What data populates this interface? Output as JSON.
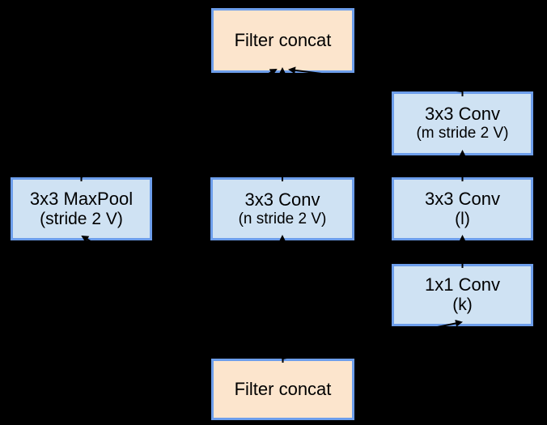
{
  "diagram": {
    "title_semantic": "Inception grid-size reduction module",
    "background_color": "#000000",
    "colors": {
      "blue_box_fill": "#cfe2f3",
      "peach_box_fill": "#fce5cd",
      "box_border": "#6d9eeb",
      "arrow": "#000000",
      "text": "#000000"
    },
    "nodes": {
      "top_concat": {
        "line1": "Filter concat"
      },
      "conv_m": {
        "line1": "3x3 Conv",
        "line2": "(m stride 2 V)"
      },
      "maxpool": {
        "line1": "3x3 MaxPool",
        "line2": "(stride 2 V)"
      },
      "conv_n": {
        "line1": "3x3 Conv",
        "line2": "(n stride 2 V)"
      },
      "conv_l": {
        "line1": "3x3 Conv",
        "line2": "(l)"
      },
      "conv_k": {
        "line1": "1x1 Conv",
        "line2": "(k)"
      },
      "bottom_concat": {
        "line1": "Filter concat"
      }
    }
  }
}
